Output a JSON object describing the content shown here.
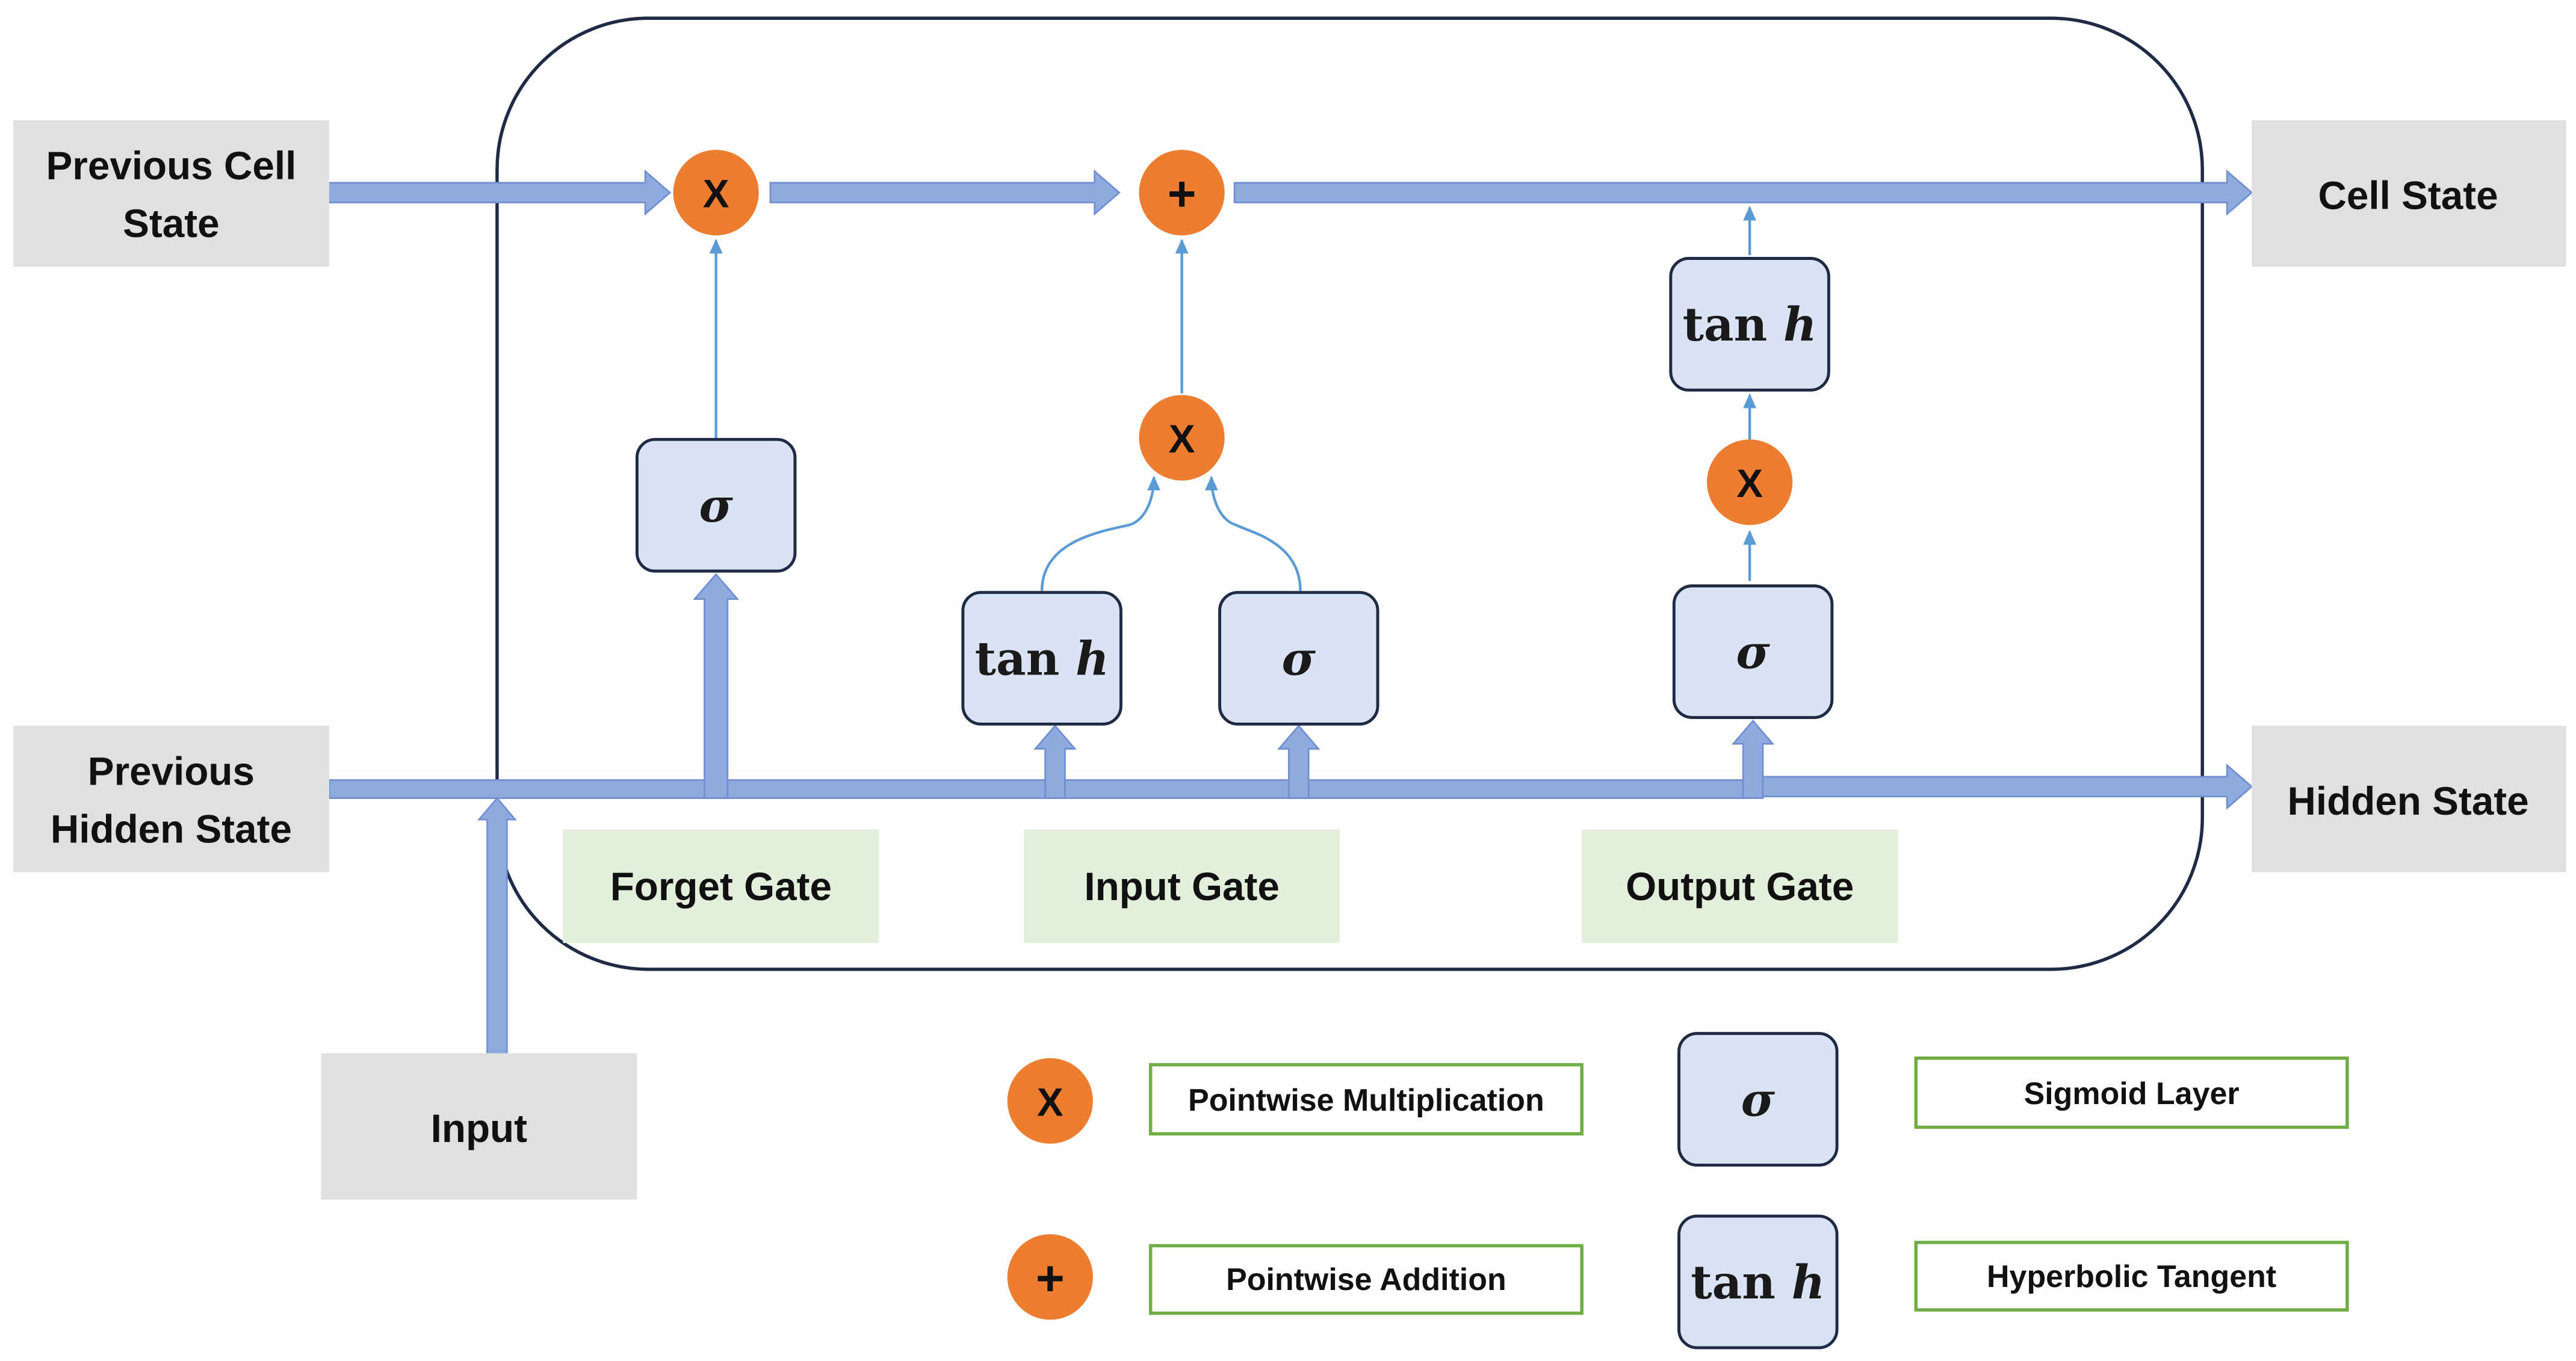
{
  "colors": {
    "grey_box": "#e0e0e0",
    "green_box": "#e2efda",
    "legend_border": "#70ad47",
    "op_fill": "#ed7d31",
    "layer_fill": "#dae3f3",
    "layer_stroke": "#1f2a44",
    "arrow_fill": "#8faadc",
    "arrow_stroke": "#6f8fd0",
    "thin_line": "#5b9bd5",
    "cell_border": "#1f2a44"
  },
  "icons": {
    "multiply": "multiply-icon",
    "add": "add-icon"
  },
  "labels": {
    "prev_cell_state_l1": "Previous Cell",
    "prev_cell_state_l2": "State",
    "prev_hidden_state_l1": "Previous",
    "prev_hidden_state_l2": "Hidden State",
    "input": "Input",
    "cell_state": "Cell State",
    "hidden_state": "Hidden State",
    "forget_gate": "Forget Gate",
    "input_gate": "Input Gate",
    "output_gate": "Output Gate"
  },
  "symbols": {
    "multiply": "X",
    "add": "+",
    "sigma": "σ",
    "tanh_prefix": "tan ",
    "tanh_h": "h"
  },
  "legend": {
    "pointwise_multiplication": "Pointwise Multiplication",
    "pointwise_addition": "Pointwise Addition",
    "sigmoid_layer": "Sigmoid Layer",
    "hyperbolic_tangent": "Hyperbolic Tangent"
  }
}
